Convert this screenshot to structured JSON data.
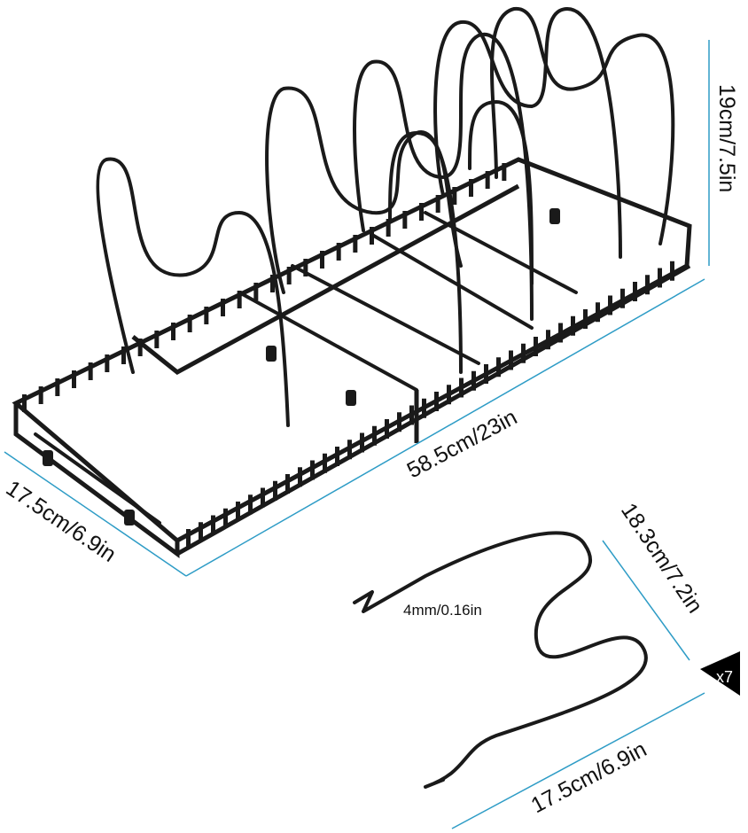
{
  "dimensions": {
    "rack_height": "19cm/7.5in",
    "rack_length": "58.5cm/23in",
    "rack_width": "17.5cm/6.9in",
    "divider_height": "18.3cm/7.2in",
    "divider_width": "17.5cm/6.9in",
    "wire_diameter": "4mm/0.16in"
  },
  "divider_count_badge": "x7",
  "colors": {
    "dimension_line": "#2e9cc6",
    "product": "#1a1a1a"
  }
}
